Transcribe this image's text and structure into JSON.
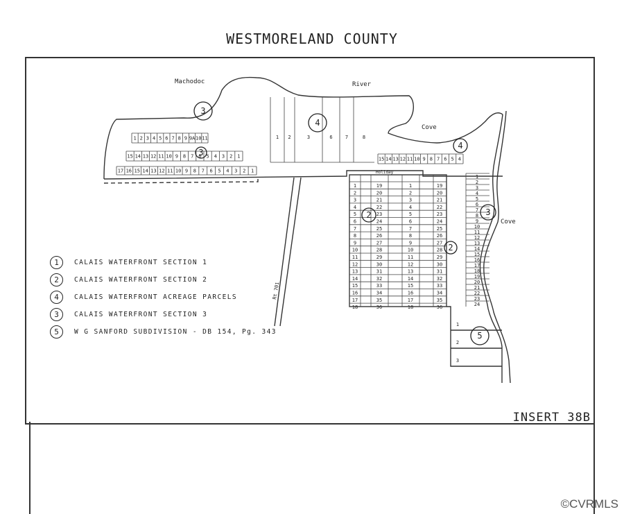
{
  "title": "WESTMORELAND COUNTY",
  "insert_label": "INSERT 38B",
  "watermark": "©CVRMLS",
  "map_labels": {
    "machodoc": "Machodoc",
    "river": "River",
    "cove_north": "Cove",
    "cove_east": "Cove",
    "route": "Rt 701",
    "holiday": "Holiday"
  },
  "section_markers": [
    "3",
    "3",
    "4",
    "2",
    "2",
    "3",
    "4",
    "5"
  ],
  "legend": [
    {
      "num": "1",
      "text": "CALAIS  WATERFRONT  SECTION  1"
    },
    {
      "num": "2",
      "text": "CALAIS  WATERFRONT  SECTION  2"
    },
    {
      "num": "4",
      "text": "CALAIS  WATERFRONT  ACREAGE  PARCELS"
    },
    {
      "num": "3",
      "text": "CALAIS  WATERFRONT  SECTION  3"
    },
    {
      "num": "5",
      "text": "W G SANFORD SUBDIVISION - DB 154, Pg. 343"
    }
  ],
  "lots": {
    "west_top": [
      "1",
      "2",
      "3",
      "4",
      "5",
      "6",
      "7",
      "8",
      "9",
      "9A",
      "10",
      "11"
    ],
    "west_mid": [
      "15",
      "14",
      "13",
      "12",
      "11",
      "10",
      "9",
      "8",
      "7",
      "6",
      "5",
      "4",
      "3",
      "2",
      "1"
    ],
    "west_bottom": [
      "17",
      "16",
      "15",
      "14",
      "13",
      "12",
      "11",
      "10",
      "9",
      "8",
      "7",
      "6",
      "5",
      "4",
      "3",
      "2",
      "1"
    ],
    "acreage": [
      "1",
      "2",
      "3",
      "6",
      "7",
      "8"
    ],
    "north_cove": [
      "15",
      "14",
      "13",
      "12",
      "11",
      "10",
      "9",
      "8",
      "7",
      "6",
      "5",
      "4"
    ],
    "grid_a": [
      "1",
      "2",
      "3",
      "4",
      "5",
      "6",
      "7",
      "8",
      "9",
      "10",
      "11",
      "12",
      "13",
      "14",
      "15",
      "16",
      "17",
      "18"
    ],
    "grid_b": [
      "19",
      "20",
      "21",
      "22",
      "23",
      "24",
      "25",
      "26",
      "27",
      "28",
      "29",
      "30",
      "31",
      "32",
      "33",
      "34",
      "35",
      "36"
    ],
    "east": [
      "1",
      "2",
      "3",
      "4",
      "5",
      "6",
      "7",
      "8",
      "9",
      "10",
      "11",
      "12",
      "13",
      "14",
      "15",
      "16",
      "17",
      "18",
      "19",
      "20",
      "21",
      "22",
      "23",
      "24"
    ],
    "sanford": [
      "1",
      "2",
      "3"
    ]
  }
}
